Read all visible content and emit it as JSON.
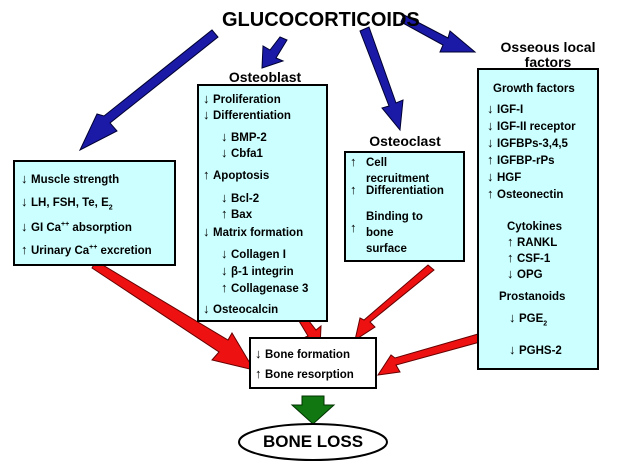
{
  "title": "GLUCOCORTICOIDS",
  "outcome": "BONE LOSS",
  "systemic": {
    "items": [
      {
        "dir": "down",
        "text": "Muscle strength"
      },
      {
        "dir": "down",
        "text": "LH, FSH, Te, E",
        "sub": "2"
      },
      {
        "dir": "down",
        "text": "GI Ca",
        "sup": "++",
        "tail": " absorption"
      },
      {
        "dir": "up",
        "text": "Urinary Ca",
        "sup": "++",
        "tail": " excretion"
      }
    ]
  },
  "osteoblast": {
    "label": "Osteoblast",
    "items": [
      {
        "dir": "down",
        "text": "Proliferation",
        "indent": 0
      },
      {
        "dir": "down",
        "text": "Differentiation",
        "indent": 0
      },
      {
        "dir": "down",
        "text": "BMP-2",
        "indent": 1
      },
      {
        "dir": "down",
        "text": "Cbfa1",
        "indent": 1
      },
      {
        "dir": "up",
        "text": "Apoptosis",
        "indent": 0
      },
      {
        "dir": "down",
        "text": "Bcl-2",
        "indent": 1
      },
      {
        "dir": "up",
        "text": "Bax",
        "indent": 1
      },
      {
        "dir": "down",
        "text": "Matrix formation",
        "indent": 0
      },
      {
        "dir": "down",
        "text": "Collagen I",
        "indent": 1
      },
      {
        "dir": "down",
        "text": "β-1 integrin",
        "indent": 1
      },
      {
        "dir": "up",
        "text": "Collagenase 3",
        "indent": 1
      },
      {
        "dir": "down",
        "text": "Osteocalcin",
        "indent": 0
      }
    ]
  },
  "osteoclast": {
    "label": "Osteoclast",
    "items": [
      {
        "dir": "up",
        "lines": [
          "Cell",
          "recruitment"
        ]
      },
      {
        "dir": "up",
        "lines": [
          "Differentiation"
        ]
      },
      {
        "dir": "up",
        "lines": [
          "Binding to",
          "bone",
          "surface"
        ]
      }
    ]
  },
  "local_factors": {
    "label_line1": "Osseous local",
    "label_line2": "factors",
    "growth_header": "Growth factors",
    "growth": [
      {
        "dir": "down",
        "text": "IGF-I"
      },
      {
        "dir": "down",
        "text": "IGF-II receptor"
      },
      {
        "dir": "down",
        "text": "IGFBPs-3,4,5"
      },
      {
        "dir": "up",
        "text": "IGFBP-rPs"
      },
      {
        "dir": "down",
        "text": "HGF"
      },
      {
        "dir": "up",
        "text": "Osteonectin"
      }
    ],
    "cytokines_header": "Cytokines",
    "cytokines": [
      {
        "dir": "up",
        "text": "RANKL"
      },
      {
        "dir": "up",
        "text": "CSF-1"
      },
      {
        "dir": "down",
        "text": "OPG"
      }
    ],
    "prostanoids_header": "Prostanoids",
    "prostanoids": [
      {
        "dir": "down",
        "text": "PGE",
        "sub": "2"
      },
      {
        "dir": "down",
        "text": "PGHS-2"
      }
    ]
  },
  "effects": {
    "items": [
      {
        "dir": "down",
        "text": "Bone formation"
      },
      {
        "dir": "up",
        "text": "Bone resorption"
      }
    ]
  },
  "colors": {
    "box_fill": "#ccffff",
    "blue_arrow": "#0000aa",
    "red_arrow": "#ee0000",
    "green_arrow": "#117711"
  },
  "symbols": {
    "up": "↑",
    "down": "↓"
  }
}
